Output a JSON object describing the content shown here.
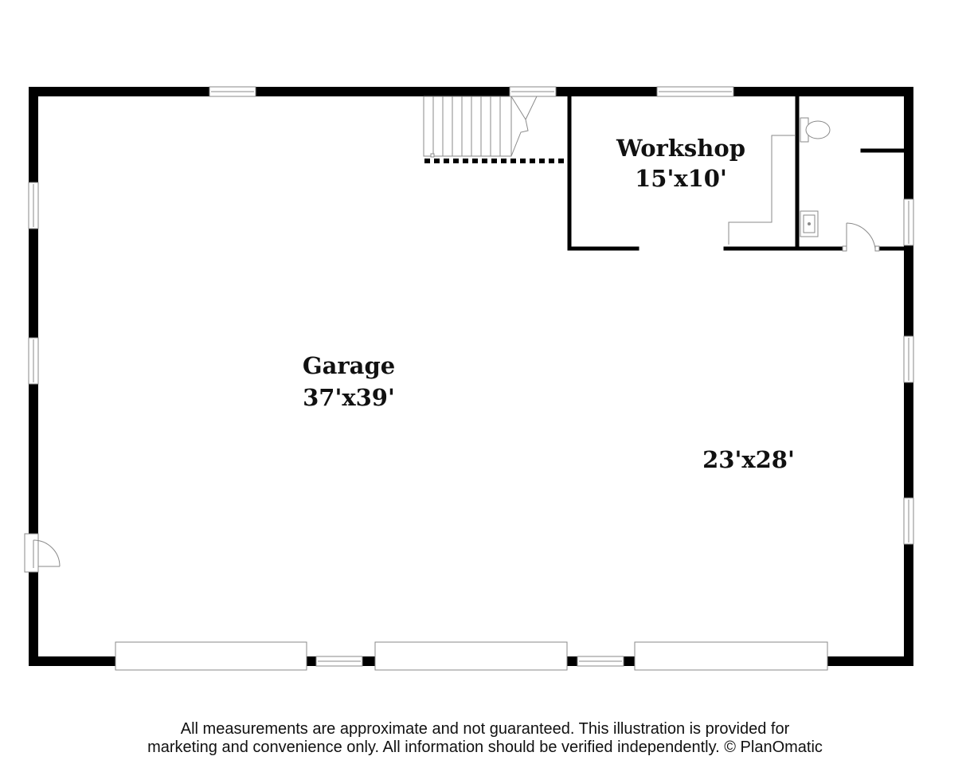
{
  "rooms": {
    "garage": {
      "name": "Garage",
      "size": "37'x39'"
    },
    "workshop": {
      "name": "Workshop",
      "size": "15'x10'"
    },
    "unnamed_area": {
      "size": "23'x28'"
    }
  },
  "disclaimer": {
    "line1": "All measurements are approximate and not guaranteed. This illustration is provided for",
    "line2": "marketing and convenience only. All information should be verified independently. © PlanOmatic"
  },
  "colors": {
    "wall": "#000000",
    "fixture_line": "#9a9a9a",
    "text": "#111111"
  }
}
